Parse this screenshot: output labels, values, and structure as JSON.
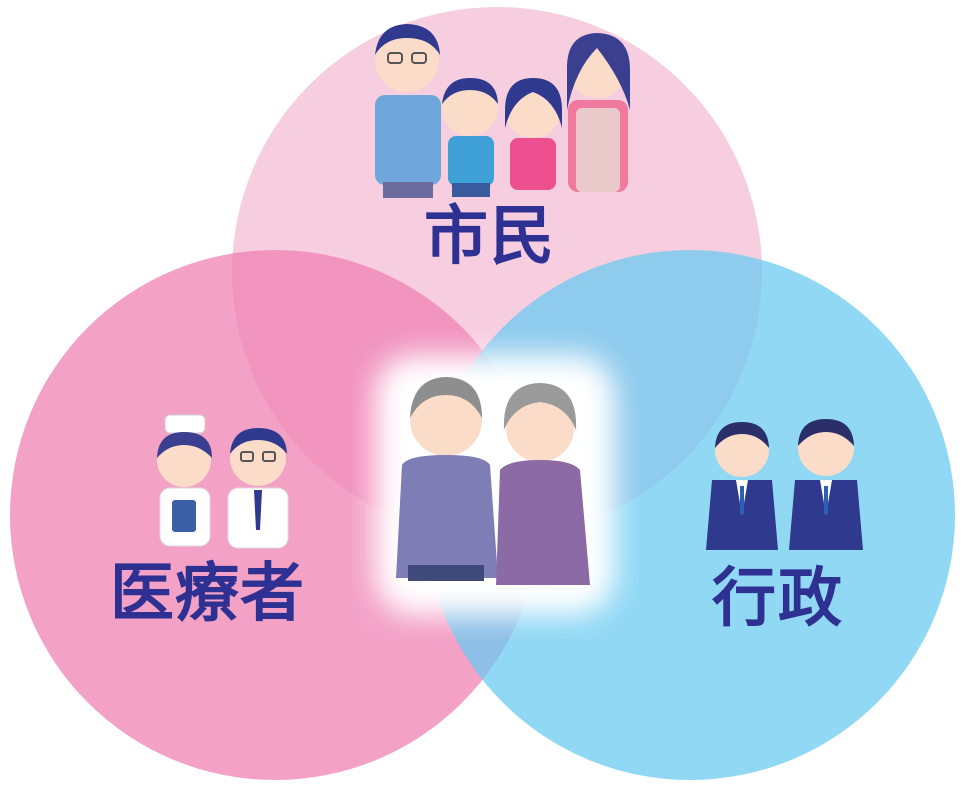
{
  "diagram": {
    "type": "venn",
    "circles": [
      {
        "label": "市民",
        "color": "#f3a6c6",
        "people": "family"
      },
      {
        "label": "医療者",
        "color": "#ee6fa7",
        "people": "nurse-and-doctor"
      },
      {
        "label": "行政",
        "color": "#5fc3ee",
        "people": "officials"
      }
    ],
    "center": {
      "people": "elderly-couple"
    }
  }
}
